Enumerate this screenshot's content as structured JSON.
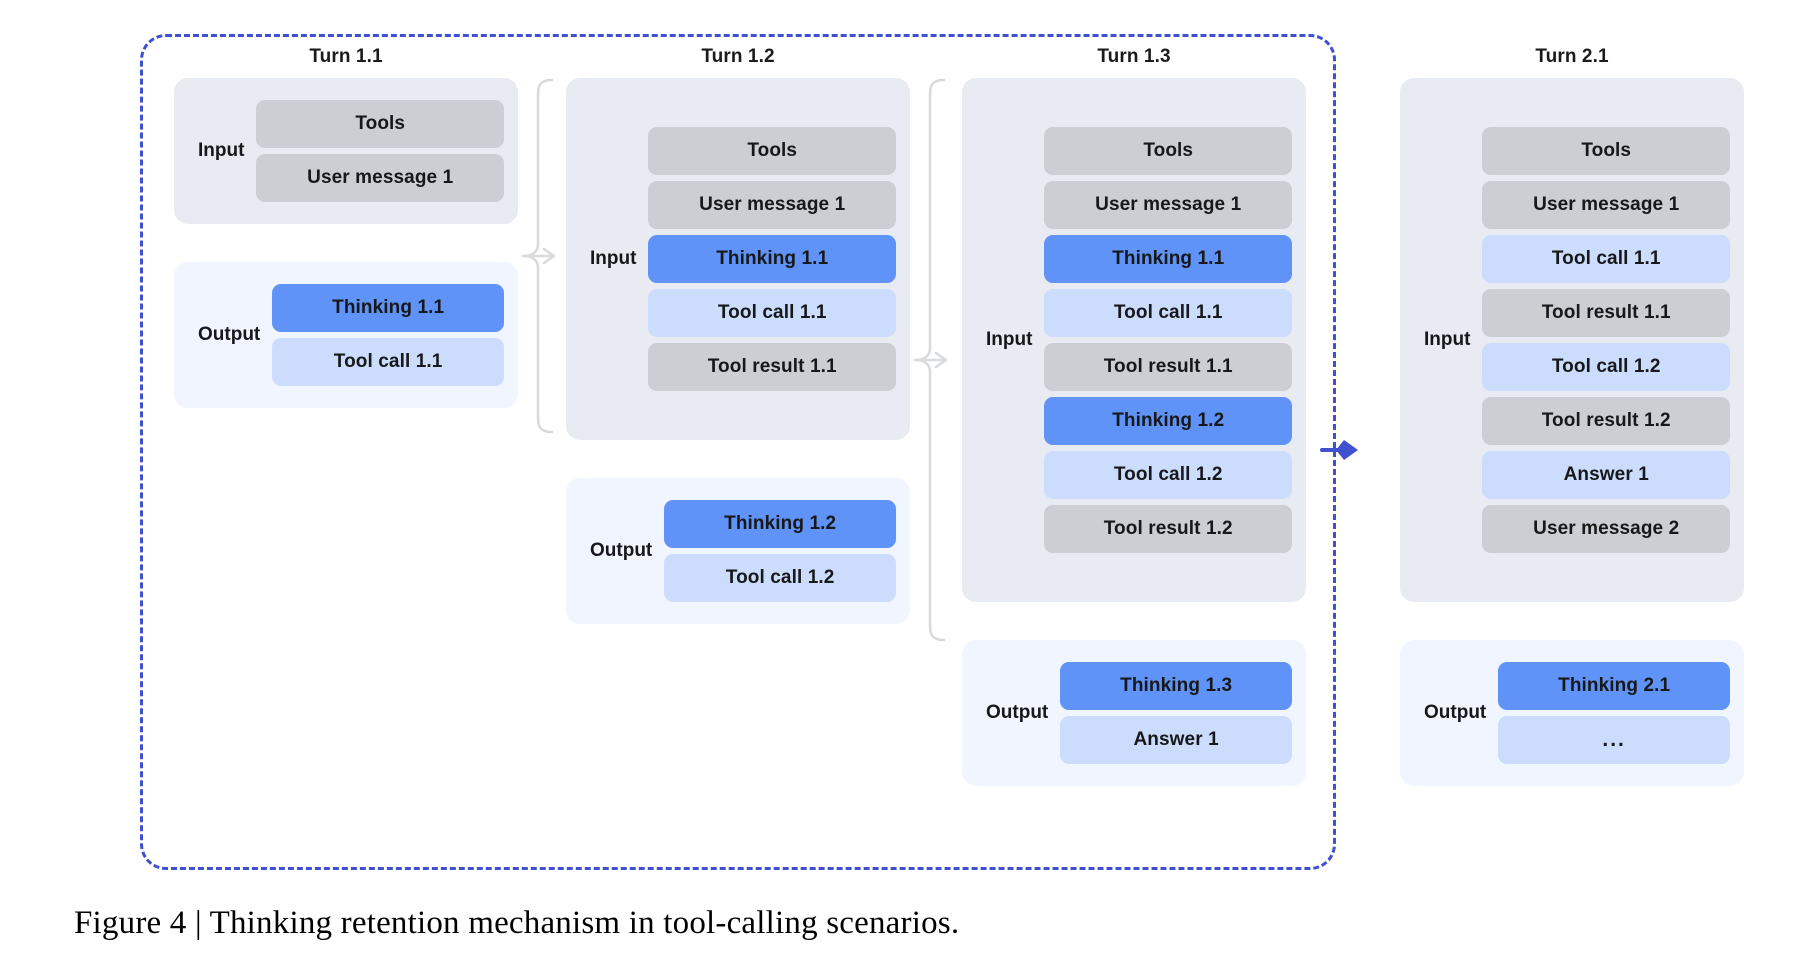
{
  "figure": {
    "caption": "Figure 4 | Thinking retention mechanism in tool-calling scenarios.",
    "accent_dashed_border": "#3f51d0",
    "colors": {
      "gray_chip": "#cbced3",
      "thinking_chip": "#5f93f7",
      "lightblue_chip": "#cbdcfd",
      "input_panel_bg": "#e8ebf2",
      "output_panel_bg": "#f1f5ff",
      "brace_gray": "#d8dade"
    }
  },
  "labels": {
    "input": "Input",
    "output": "Output"
  },
  "turns": [
    {
      "title": "Turn 1.1",
      "input": [
        "Tools",
        "User message 1"
      ],
      "input_kinds": [
        "gray",
        "gray"
      ],
      "output": [
        "Thinking 1.1",
        "Tool call 1.1"
      ],
      "output_kinds": [
        "thinking",
        "lightblue"
      ]
    },
    {
      "title": "Turn 1.2",
      "input": [
        "Tools",
        "User message 1",
        "Thinking 1.1",
        "Tool call 1.1",
        "Tool result 1.1"
      ],
      "input_kinds": [
        "gray",
        "gray",
        "thinking",
        "lightblue",
        "gray"
      ],
      "output": [
        "Thinking 1.2",
        "Tool call 1.2"
      ],
      "output_kinds": [
        "thinking",
        "lightblue"
      ]
    },
    {
      "title": "Turn 1.3",
      "input": [
        "Tools",
        "User message 1",
        "Thinking 1.1",
        "Tool call 1.1",
        "Tool result 1.1",
        "Thinking 1.2",
        "Tool call 1.2",
        "Tool result 1.2"
      ],
      "input_kinds": [
        "gray",
        "gray",
        "thinking",
        "lightblue",
        "gray",
        "thinking",
        "lightblue",
        "gray"
      ],
      "output": [
        "Thinking 1.3",
        "Answer 1"
      ],
      "output_kinds": [
        "thinking",
        "lightblue"
      ]
    },
    {
      "title": "Turn 2.1",
      "input": [
        "Tools",
        "User message 1",
        "Tool call 1.1",
        "Tool result 1.1",
        "Tool call 1.2",
        "Tool result 1.2",
        "Answer 1",
        "User message 2"
      ],
      "input_kinds": [
        "gray",
        "gray",
        "lightblue",
        "gray",
        "lightblue",
        "gray",
        "lightblue",
        "gray"
      ],
      "output": [
        "Thinking 2.1",
        "..."
      ],
      "output_kinds": [
        "thinking",
        "ellipsis"
      ]
    }
  ]
}
